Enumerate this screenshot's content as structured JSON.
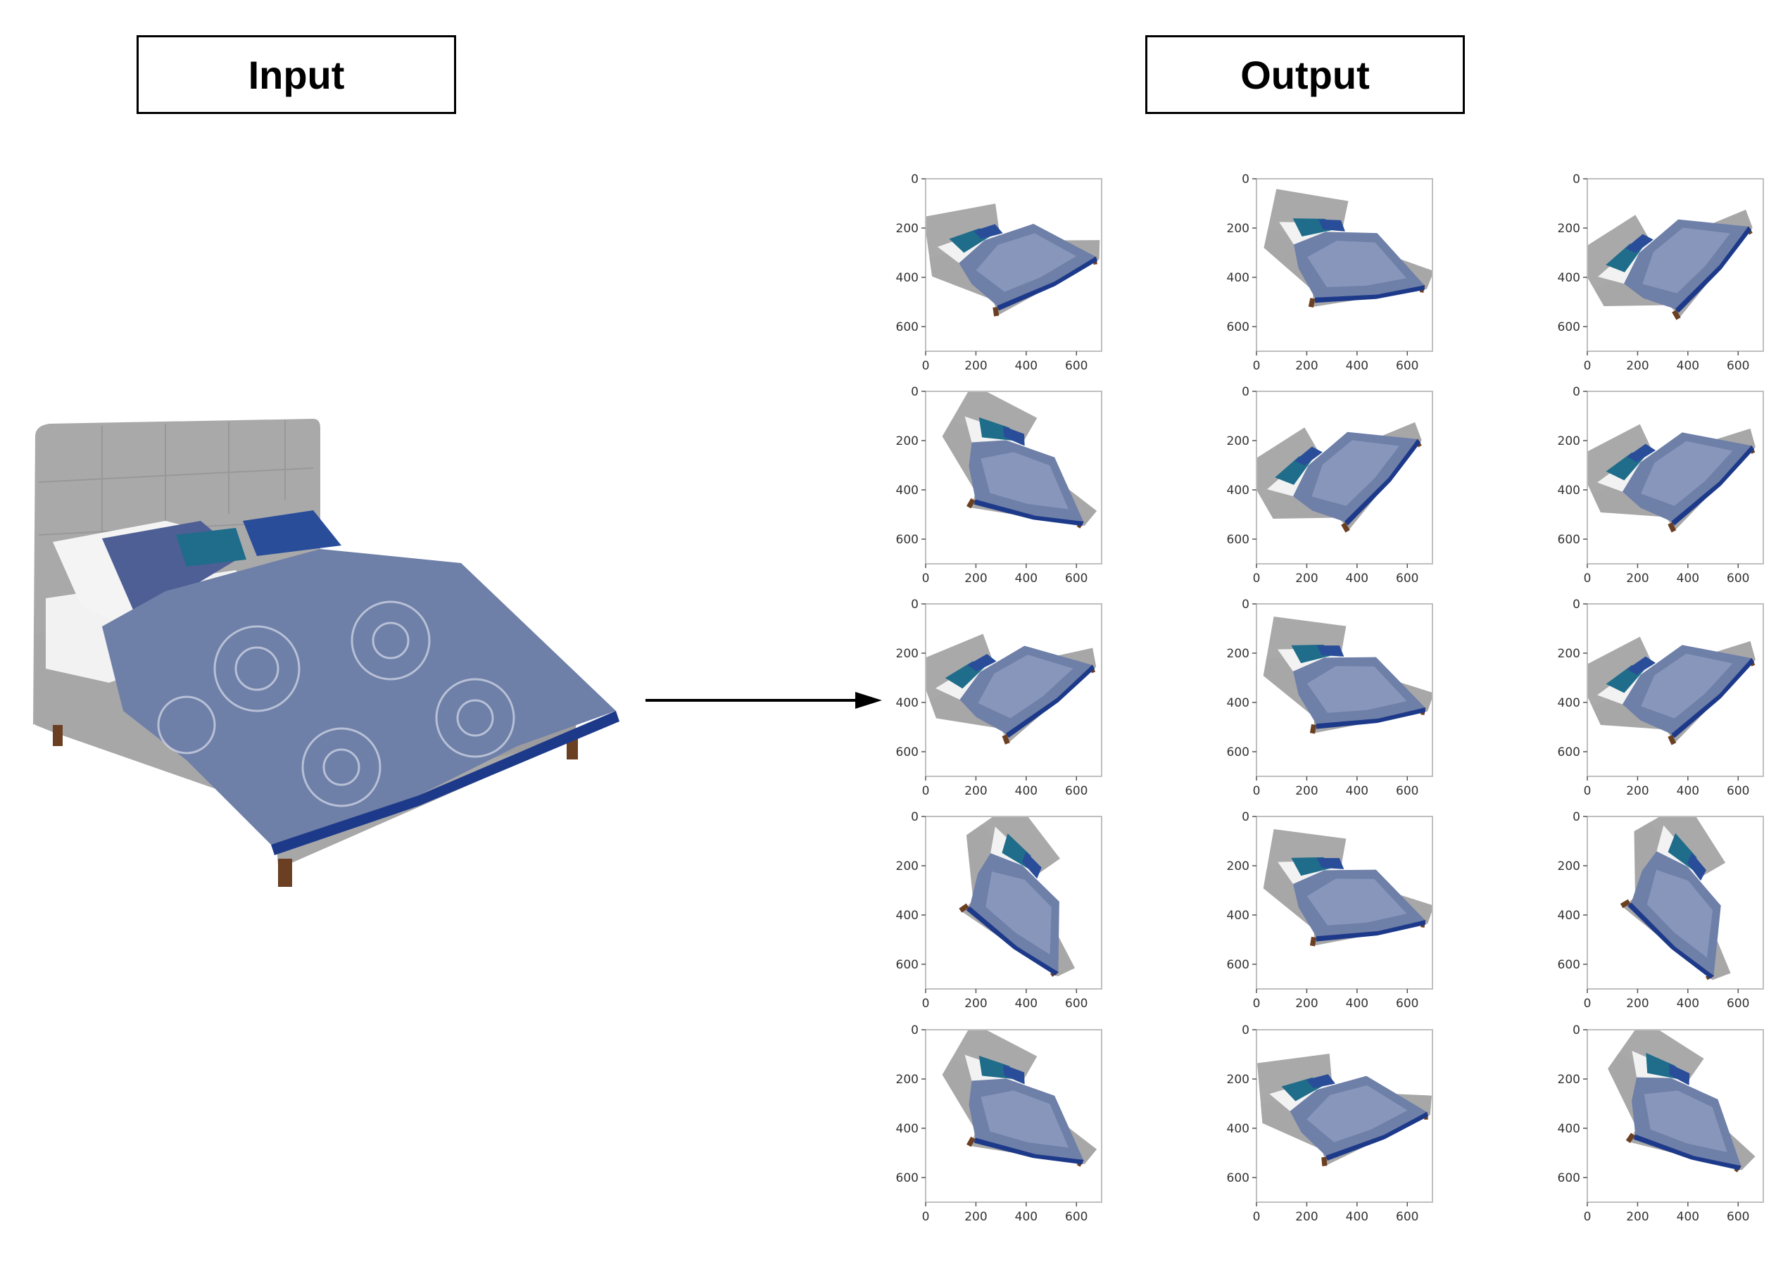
{
  "labels": {
    "input": "Input",
    "output": "Output"
  },
  "axis": {
    "y_ticks": [
      "0",
      "200",
      "400",
      "600"
    ],
    "x_ticks": [
      "0",
      "200",
      "400",
      "600"
    ]
  },
  "colors": {
    "frame": "#bfbfbf",
    "bed_gray": "#a7a7a8",
    "bed_dark": "#8e8e90",
    "duvet": "#6e7fa8",
    "duvet_light": "#98a5c6",
    "pillow_teal": "#1f6d8a",
    "pillow_blue": "#2a4d9a",
    "sheet": "#f2f2f2",
    "legs": "#6b3f22"
  },
  "grid": {
    "rows": 5,
    "cols": 3,
    "rotations": [
      -8,
      12,
      -30,
      30,
      -30,
      -25,
      -20,
      10,
      -25,
      55,
      10,
      60,
      30,
      -5,
      35
    ]
  }
}
